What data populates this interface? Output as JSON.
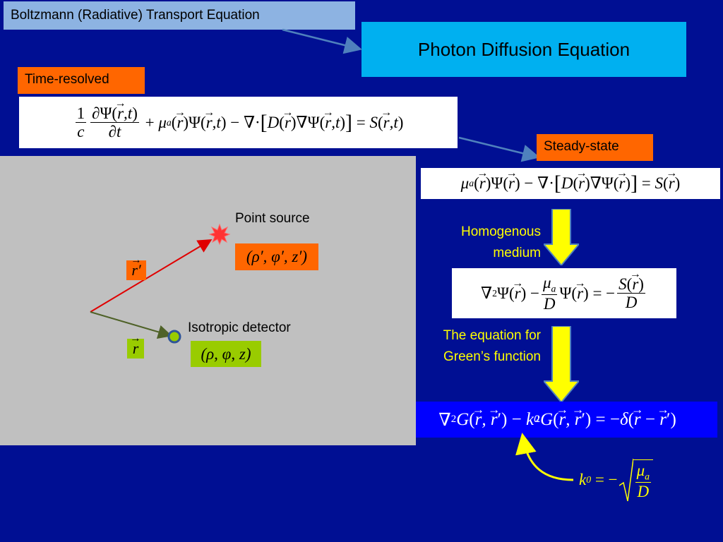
{
  "title_btm": "Boltzmann (Radiative) Transport Equation",
  "title_pde": "Photon Diffusion Equation",
  "label_time_resolved": "Time-resolved",
  "label_steady_state": "Steady-state",
  "label_homogenous": "Homogenous",
  "label_medium": "medium",
  "label_greens_line1": "The equation for",
  "label_greens_line2": "Green’s function",
  "label_point_source": "Point source",
  "label_isotropic_detector": "Isotropic detector",
  "source_coords": "(ρ′, φ′, z′)",
  "detector_coords": "(ρ, φ, z)",
  "vec_r_prime": "r′",
  "vec_r": "r",
  "colors": {
    "background": "#000f93",
    "orange": "#ff6600",
    "cyan": "#00b0f0",
    "light_blue": "#8db3e2",
    "yellow": "#ffff00",
    "gray_panel": "#c0c0c0",
    "green": "#99cc00",
    "red_arrow": "#e00000",
    "olive_arrow": "#4f6228"
  }
}
